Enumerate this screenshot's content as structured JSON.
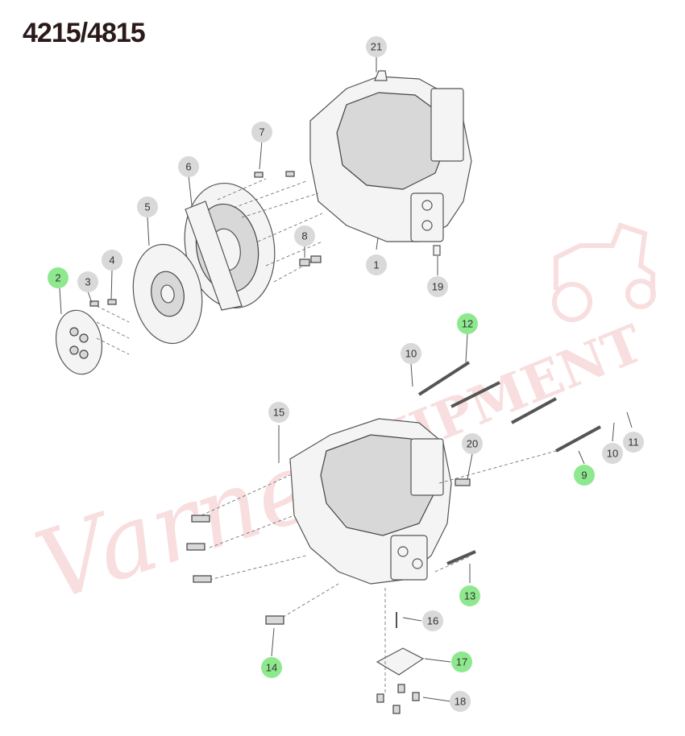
{
  "header": {
    "title": "4215/4815"
  },
  "watermark": {
    "brand_script": "Varner",
    "brand_block": "EQUIPMENT"
  },
  "colors": {
    "callout_default": "#d9d9d9",
    "callout_highlight": "#8ee88e",
    "watermark": "#e98a8a"
  },
  "callouts": [
    {
      "label": "21",
      "highlight": false
    },
    {
      "label": "7",
      "highlight": false
    },
    {
      "label": "6",
      "highlight": false
    },
    {
      "label": "5",
      "highlight": false
    },
    {
      "label": "4",
      "highlight": false
    },
    {
      "label": "2",
      "highlight": true
    },
    {
      "label": "3",
      "highlight": false
    },
    {
      "label": "8",
      "highlight": false
    },
    {
      "label": "1",
      "highlight": false
    },
    {
      "label": "19",
      "highlight": false
    },
    {
      "label": "12",
      "highlight": true
    },
    {
      "label": "10",
      "highlight": false
    },
    {
      "label": "15",
      "highlight": false
    },
    {
      "label": "20",
      "highlight": false
    },
    {
      "label": "11",
      "highlight": false
    },
    {
      "label": "10",
      "highlight": false
    },
    {
      "label": "9",
      "highlight": true
    },
    {
      "label": "13",
      "highlight": true
    },
    {
      "label": "16",
      "highlight": false
    },
    {
      "label": "17",
      "highlight": true
    },
    {
      "label": "14",
      "highlight": true
    },
    {
      "label": "18",
      "highlight": false
    }
  ]
}
